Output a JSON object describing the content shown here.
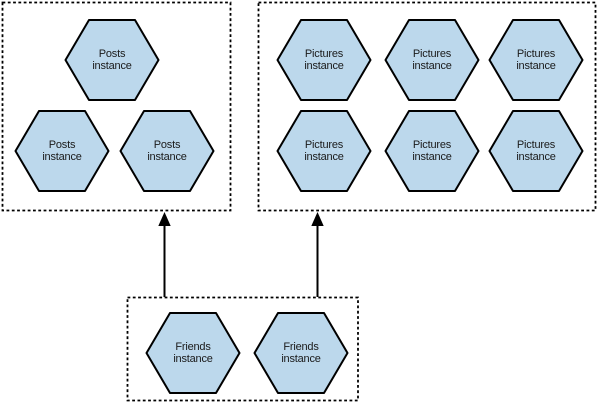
{
  "diagram": {
    "clusters": {
      "posts": {
        "hexes": [
          {
            "line1": "Posts",
            "line2": "instance"
          },
          {
            "line1": "Posts",
            "line2": "instance"
          },
          {
            "line1": "Posts",
            "line2": "instance"
          }
        ]
      },
      "pictures": {
        "hexes": [
          {
            "line1": "Pictures",
            "line2": "instance"
          },
          {
            "line1": "Pictures",
            "line2": "instance"
          },
          {
            "line1": "Pictures",
            "line2": "instance"
          },
          {
            "line1": "Pictures",
            "line2": "instance"
          },
          {
            "line1": "Pictures",
            "line2": "instance"
          },
          {
            "line1": "Pictures",
            "line2": "instance"
          }
        ]
      },
      "friends": {
        "hexes": [
          {
            "line1": "Friends",
            "line2": "instance"
          },
          {
            "line1": "Friends",
            "line2": "instance"
          }
        ]
      }
    },
    "colors": {
      "background": "#ffffff",
      "hexagon_fill": "#bcd8ec",
      "hexagon_stroke": "#000000",
      "box_border": "#000000",
      "arrow": "#000000",
      "label_text": "#1a1a1a"
    }
  }
}
